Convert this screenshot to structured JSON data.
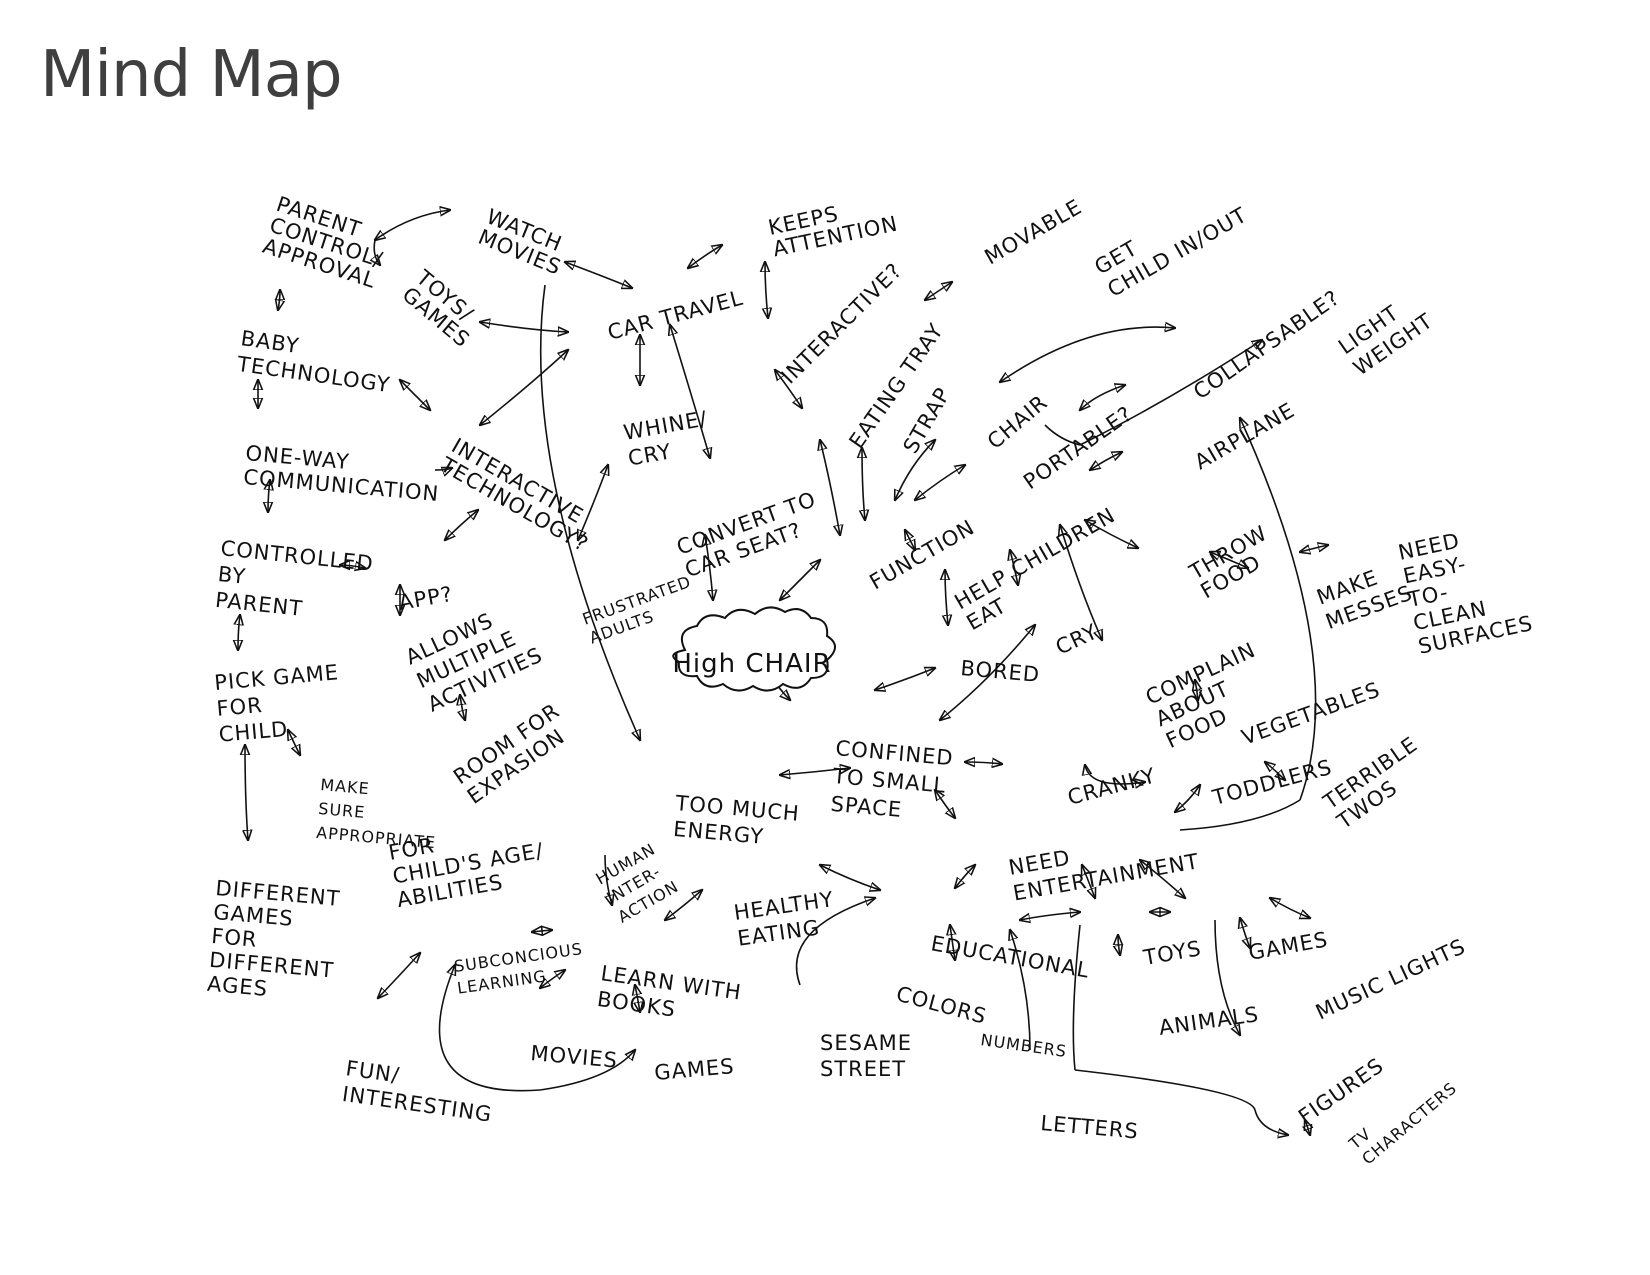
{
  "title": "Mind Map",
  "center": "High CHAIR",
  "nodes": {
    "parent_control": [
      "PARENT",
      "CONTROL/",
      "APPROVAL"
    ],
    "watch_movies": [
      "WATCH",
      "MOVIES"
    ],
    "toys_games": [
      "TOYS/",
      "GAMES"
    ],
    "keeps_attention": [
      "KEEPS",
      "ATTENTION"
    ],
    "car_travel": [
      "CAR TRAVEL"
    ],
    "baby_technology": [
      "BABY",
      "TECHNOLOGY"
    ],
    "interactive_q": [
      "INTERACTIVE?"
    ],
    "eating_tray": [
      "EATING TRAY"
    ],
    "movable": [
      "MOVABLE"
    ],
    "get_child": [
      "GET",
      "CHILD IN/OUT"
    ],
    "collapsable": [
      "COLLAPSABLE?"
    ],
    "light_weight": [
      "LIGHT",
      "WEIGHT"
    ],
    "one_way": [
      "ONE-WAY",
      "COMMUNICATION"
    ],
    "interactive_tech": [
      "INTERACTIVE",
      "TECHNOLOGY?"
    ],
    "whine_cry": [
      "WHINE/",
      "CRY"
    ],
    "strap": [
      "STRAP"
    ],
    "chair": [
      "CHAIR"
    ],
    "portable": [
      "PORTABLE?"
    ],
    "airplane": [
      "AIRPLANE"
    ],
    "convert": [
      "CONVERT TO",
      "CAR SEAT?"
    ],
    "controlled": [
      "CONTROLLED",
      "BY",
      "PARENT"
    ],
    "app": [
      "APP?"
    ],
    "frustrated": [
      "FRUSTRATED",
      "ADULTS"
    ],
    "function": [
      "FUNCTION"
    ],
    "help_eat": [
      "HELP CHILDREN",
      "EAT"
    ],
    "throw_food": [
      "THROW",
      "FOOD"
    ],
    "make_messes": [
      "MAKE",
      "MESSES"
    ],
    "need_easy": [
      "NEED",
      "EASY-",
      "TO-",
      "CLEAN",
      "SURFACES"
    ],
    "allows": [
      "ALLOWS",
      "MULTIPLE",
      "ACTIVITIES"
    ],
    "bored": [
      "BORED"
    ],
    "cry": [
      "CRY"
    ],
    "complain": [
      "COMPLAIN",
      "ABOUT",
      "FOOD"
    ],
    "pick_game": [
      "PICK GAME",
      "FOR",
      "CHILD"
    ],
    "room": [
      "ROOM FOR",
      "EXPASION"
    ],
    "confined": [
      "CONFINED",
      "TO SMALL",
      "SPACE"
    ],
    "vegetables": [
      "VEGETABLES"
    ],
    "make_sure": [
      "MAKE",
      "SURE",
      "APPROPRIATE"
    ],
    "for_age": [
      "FOR",
      "CHILD'S AGE/",
      "ABILITIES"
    ],
    "too_much": [
      "TOO MUCH",
      "ENERGY"
    ],
    "cranky": [
      "CRANKY"
    ],
    "toddlers": [
      "TODDLERS"
    ],
    "terrible": [
      "TERRIBLE",
      "TWOS"
    ],
    "human": [
      "HUMAN",
      "INTER-",
      "ACTION"
    ],
    "need_ent": [
      "NEED",
      "ENTERTAINMENT"
    ],
    "different_games": [
      "DIFFERENT",
      "GAMES",
      "FOR",
      "DIFFERENT",
      "AGES"
    ],
    "healthy": [
      "HEALTHY",
      "EATING"
    ],
    "educational": [
      "EDUCATIONAL"
    ],
    "toys": [
      "TOYS"
    ],
    "games_r": [
      "GAMES"
    ],
    "music_lights": [
      "MUSIC LIGHTS"
    ],
    "subconscious": [
      "SUBCONCIOUS",
      "LEARNING"
    ],
    "learn": [
      "LEARN WITH",
      "BOOKS"
    ],
    "colors": [
      "COLORS"
    ],
    "numbers": [
      "NUMBERS"
    ],
    "animals": [
      "ANIMALS"
    ],
    "sesame": [
      "SESAME",
      "STREET"
    ],
    "movies": [
      "MOVIES"
    ],
    "games_l": [
      "GAMES"
    ],
    "fun": [
      "FUN/",
      "INTERESTING"
    ],
    "letters": [
      "LETTERS"
    ],
    "figures": [
      "FIGURES"
    ],
    "tv": [
      "TV",
      "CHARACTERS"
    ]
  }
}
